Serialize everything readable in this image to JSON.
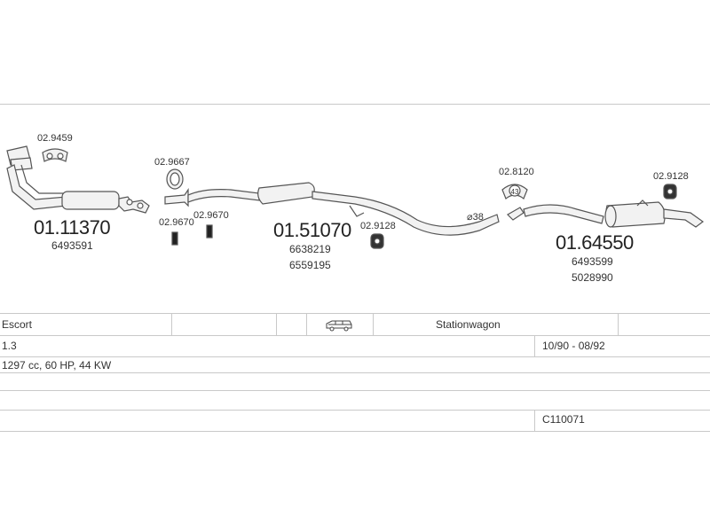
{
  "parts": {
    "p1": {
      "number": "01.11370",
      "oe": [
        "6493591"
      ]
    },
    "p2": {
      "number": "01.51070",
      "oe": [
        "6638219",
        "6559195"
      ]
    },
    "p3": {
      "number": "01.64550",
      "oe": [
        "6493599",
        "5028990"
      ]
    }
  },
  "accessories": {
    "a_29459": "02.9459",
    "a_29667": "02.9667",
    "a_29670a": "02.9670",
    "a_29670b": "02.9670",
    "a_29128a": "02.9128",
    "a_28120": "02.8120",
    "a_29128b": "02.9128"
  },
  "pipe_diameter": "⌀38",
  "clamp_size": "43",
  "vehicle": {
    "model": "Escort",
    "body": "Stationwagon",
    "body_icon": "station-wagon-icon",
    "engine": "1.3",
    "years": "10/90 - 08/92",
    "spec": "1297 cc, 60 HP, 44 KW",
    "code": "C110071"
  }
}
